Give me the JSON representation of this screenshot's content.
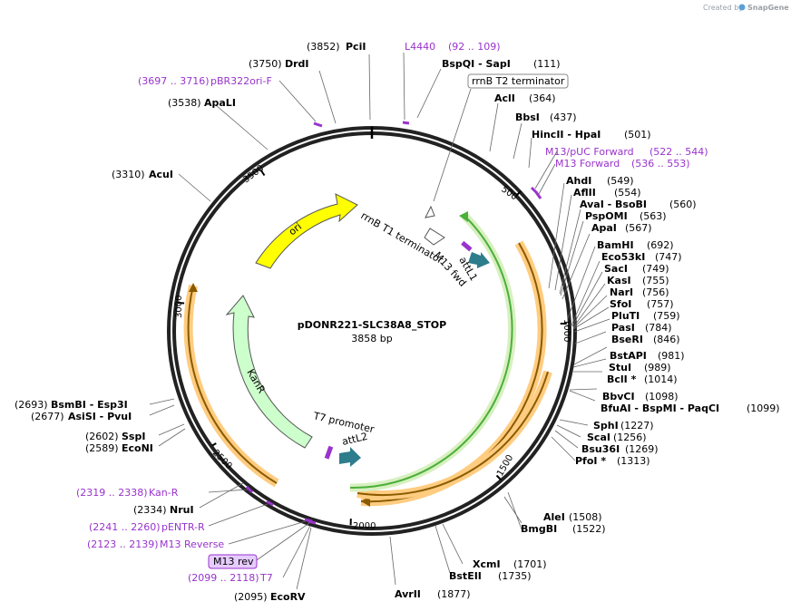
{
  "credit": {
    "prefix": "Created by",
    "brand": "SnapGene"
  },
  "plasmid": {
    "name": "pDONR221-SLC38A8_STOP",
    "length": "3858 bp",
    "total_bp": 3858
  },
  "ticks": [
    "500",
    "1000",
    "1500",
    "2000",
    "2500",
    "3000",
    "3500"
  ],
  "sites": [
    {
      "name": "PciI",
      "pos": "(3852)",
      "pos_left": true
    },
    {
      "name": "DrdI",
      "pos": "(3750)",
      "pos_left": true
    },
    {
      "name": "ApaLI",
      "pos": "(3538)",
      "pos_left": true
    },
    {
      "name": "AcuI",
      "pos": "(3310)",
      "pos_left": true
    },
    {
      "name": "BsmBI - Esp3I",
      "pos": "(2693)",
      "pos_left": true
    },
    {
      "name": "AsiSI - PvuI",
      "pos": "(2677)",
      "pos_left": true
    },
    {
      "name": "SspI",
      "pos": "(2602)",
      "pos_left": true
    },
    {
      "name": "EcoNI",
      "pos": "(2589)",
      "pos_left": true
    },
    {
      "name": "NruI",
      "pos": "(2334)",
      "pos_left": true
    },
    {
      "name": "EcoRV",
      "pos": "(2095)",
      "pos_left": true
    },
    {
      "name": "AvrII",
      "pos": "(1877)",
      "pos_left": false
    },
    {
      "name": "BstEII",
      "pos": "(1735)",
      "pos_left": false
    },
    {
      "name": "XcmI",
      "pos": "(1701)",
      "pos_left": false
    },
    {
      "name": "BmgBI",
      "pos": "(1522)",
      "pos_left": false
    },
    {
      "name": "AleI",
      "pos": "(1508)",
      "pos_left": false
    },
    {
      "name": "PfoI *",
      "pos": "(1313)",
      "pos_left": false
    },
    {
      "name": "Bsu36I",
      "pos": "(1269)",
      "pos_left": false
    },
    {
      "name": "ScaI",
      "pos": "(1256)",
      "pos_left": false
    },
    {
      "name": "SphI",
      "pos": "(1227)",
      "pos_left": false
    },
    {
      "name": "BfuAI - BspMI - PaqCI",
      "pos": "(1099)",
      "pos_left": false
    },
    {
      "name": "BbvCI",
      "pos": "(1098)",
      "pos_left": false
    },
    {
      "name": "BclI *",
      "pos": "(1014)",
      "pos_left": false
    },
    {
      "name": "StuI",
      "pos": "(989)",
      "pos_left": false
    },
    {
      "name": "BstAPI",
      "pos": "(981)",
      "pos_left": false
    },
    {
      "name": "BseRI",
      "pos": "(846)",
      "pos_left": false
    },
    {
      "name": "PasI",
      "pos": "(784)",
      "pos_left": false
    },
    {
      "name": "PluTI",
      "pos": "(759)",
      "pos_left": false
    },
    {
      "name": "SfoI",
      "pos": "(757)",
      "pos_left": false
    },
    {
      "name": "NarI",
      "pos": "(756)",
      "pos_left": false
    },
    {
      "name": "KasI",
      "pos": "(755)",
      "pos_left": false
    },
    {
      "name": "SacI",
      "pos": "(749)",
      "pos_left": false
    },
    {
      "name": "Eco53kI",
      "pos": "(747)",
      "pos_left": false
    },
    {
      "name": "BamHI",
      "pos": "(692)",
      "pos_left": false
    },
    {
      "name": "ApaI",
      "pos": "(567)",
      "pos_left": false
    },
    {
      "name": "PspOMI",
      "pos": "(563)",
      "pos_left": false
    },
    {
      "name": "AvaI - BsoBI",
      "pos": "(560)",
      "pos_left": false
    },
    {
      "name": "AflII",
      "pos": "(554)",
      "pos_left": false
    },
    {
      "name": "AhdI",
      "pos": "(549)",
      "pos_left": false
    },
    {
      "name": "HincII - HpaI",
      "pos": "(501)",
      "pos_left": false
    },
    {
      "name": "BbsI",
      "pos": "(437)",
      "pos_left": false
    },
    {
      "name": "AclI",
      "pos": "(364)",
      "pos_left": false
    },
    {
      "name": "BspQI - SapI",
      "pos": "(111)",
      "pos_left": false
    }
  ],
  "primers": [
    {
      "name": "L4440",
      "range": "(92 .. 109)"
    },
    {
      "name": "pBR322ori-F",
      "range": "(3697 .. 3716)"
    },
    {
      "name": "M13/pUC Forward",
      "range": "(522 .. 544)"
    },
    {
      "name": "M13 Forward",
      "range": "(536 .. 553)"
    },
    {
      "name": "Kan-R",
      "range": "(2319 .. 2338)"
    },
    {
      "name": "pENTR-R",
      "range": "(2241 .. 2260)"
    },
    {
      "name": "M13 Reverse",
      "range": "(2123 .. 2139)"
    },
    {
      "name": "T7",
      "range": "(2099 .. 2118)"
    }
  ],
  "boxed_labels": {
    "rrnb_t2": "rrnB T2 terminator",
    "m13_rev": "M13 rev"
  },
  "features": {
    "ori": "ori",
    "kanr": "KanR",
    "rrnb_t1": "rrnB T1 terminator",
    "m13_fwd": "M13 fwd",
    "attl1": "attL1",
    "t7_promoter": "T7 promoter",
    "attl2": "attL2"
  },
  "colors": {
    "backbone": "#222222",
    "ori": "#ffff00",
    "kanr": "#ccffcc",
    "orf_fill": "#ffcc80",
    "orf_core": "#8a5a00",
    "green_ring": "#6ab04c",
    "att": "#2e7d8c",
    "primer": "#9933cc",
    "m13rev_fill": "#e6ccff"
  }
}
